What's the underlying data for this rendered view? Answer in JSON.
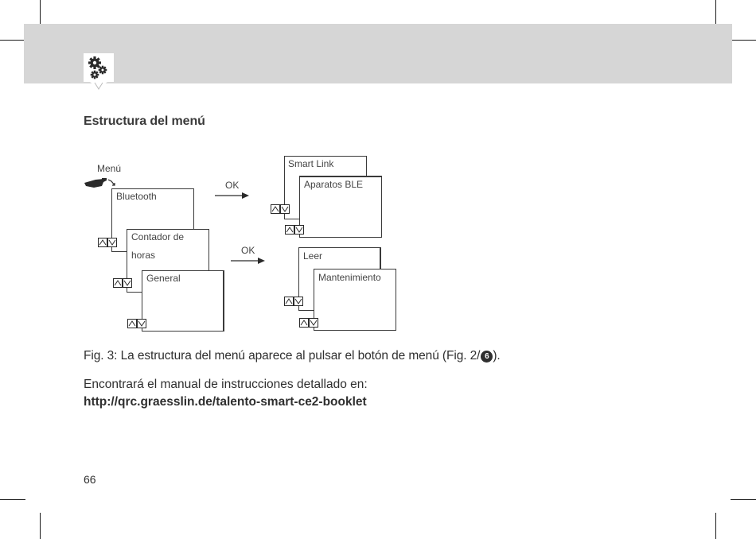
{
  "page": {
    "title": "Estructura del menú",
    "page_number": "66"
  },
  "diagram": {
    "menu_label": "Menú",
    "ok_top": "OK",
    "ok_bottom": "OK",
    "left_boxes": {
      "bluetooth": "Bluetooth",
      "contador_line1": "Contador de",
      "contador_line2": "horas",
      "general": "General"
    },
    "right_top_boxes": {
      "smart_link": "Smart Link",
      "aparatos_ble": "Aparatos BLE"
    },
    "right_bottom_boxes": {
      "leer": "Leer",
      "mantenimiento": "Mantenimiento"
    }
  },
  "caption": {
    "text_before": "Fig. 3: La estructura del menú aparece al pulsar el botón de menú (Fig. 2/",
    "badge": "6",
    "text_after": ")."
  },
  "manual": {
    "text": "Encontrará el manual de instrucciones detallado en:",
    "url": "http://qrc.graesslin.de/talento-smart-ce2-booklet"
  },
  "icons": {
    "header": "gears-icon",
    "menu_hand": "pointing-hand-icon",
    "nav": "up-down-arrows-icon"
  }
}
